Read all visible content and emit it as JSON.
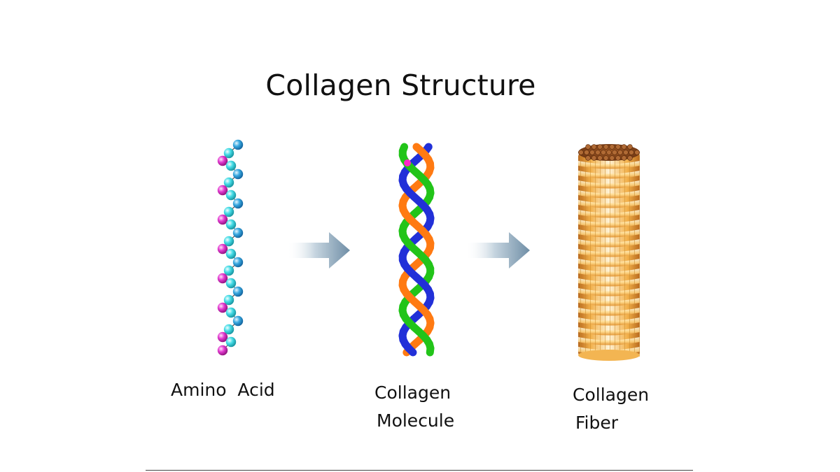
{
  "title": "Collagen Structure",
  "stages": [
    {
      "id": "amino-acid",
      "lines": [
        "Amino  Acid"
      ]
    },
    {
      "id": "collagen-molecule",
      "lines": [
        "Collagen",
        "Molecule"
      ]
    },
    {
      "id": "collagen-fiber",
      "lines": [
        "Collagen",
        "Fiber"
      ]
    }
  ],
  "colors": {
    "bead_blue": "#39a9e0",
    "bead_cyan": "#45dce6",
    "bead_magenta": "#e23ad0",
    "strand_orange": "#ff7a12",
    "strand_green": "#22c419",
    "strand_blue": "#2230d8",
    "strand_pink": "#ff25c8",
    "arrow": "#6f8ea6",
    "fiber_cap": "#8a4a1c",
    "fiber_body": "#e8a43c"
  }
}
